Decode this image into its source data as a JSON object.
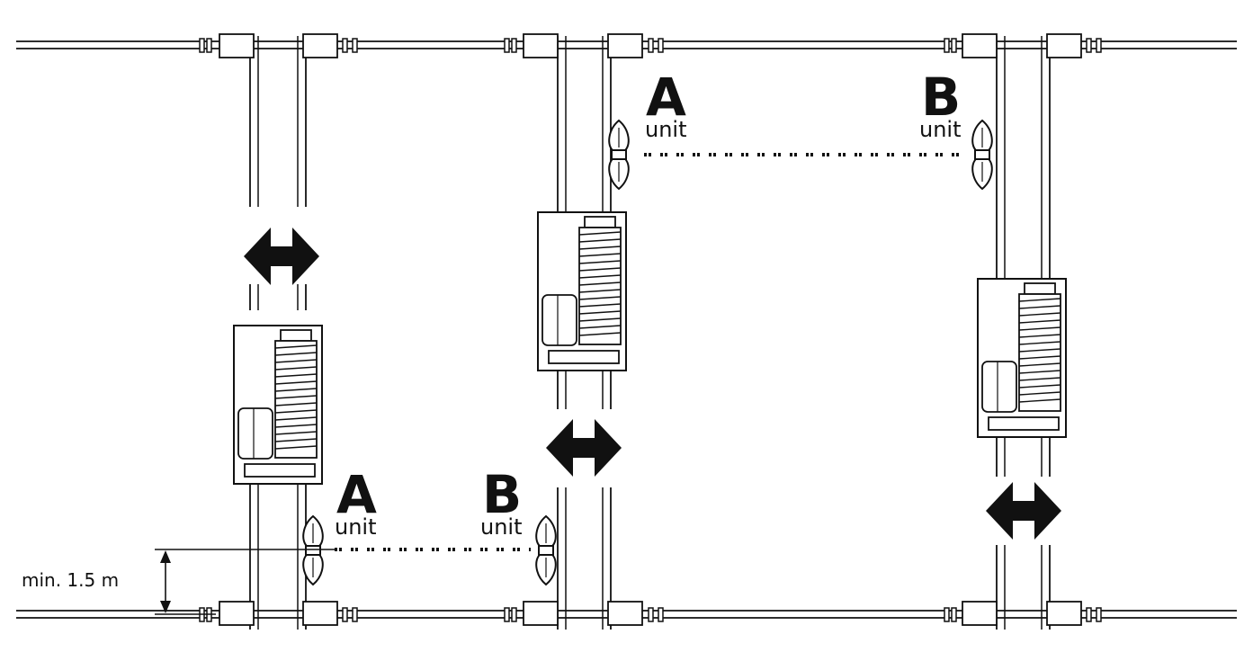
{
  "diagram": {
    "labels": {
      "unit_a_letter": "A",
      "unit_b_letter": "B",
      "unit_word": "unit",
      "min_height": "min. 1.5 m"
    },
    "colors": {
      "ink": "#111111",
      "background": "#ffffff"
    },
    "icons": [
      "double-arrow-icon",
      "photo-sensor-icon",
      "gate-motor-icon"
    ]
  }
}
